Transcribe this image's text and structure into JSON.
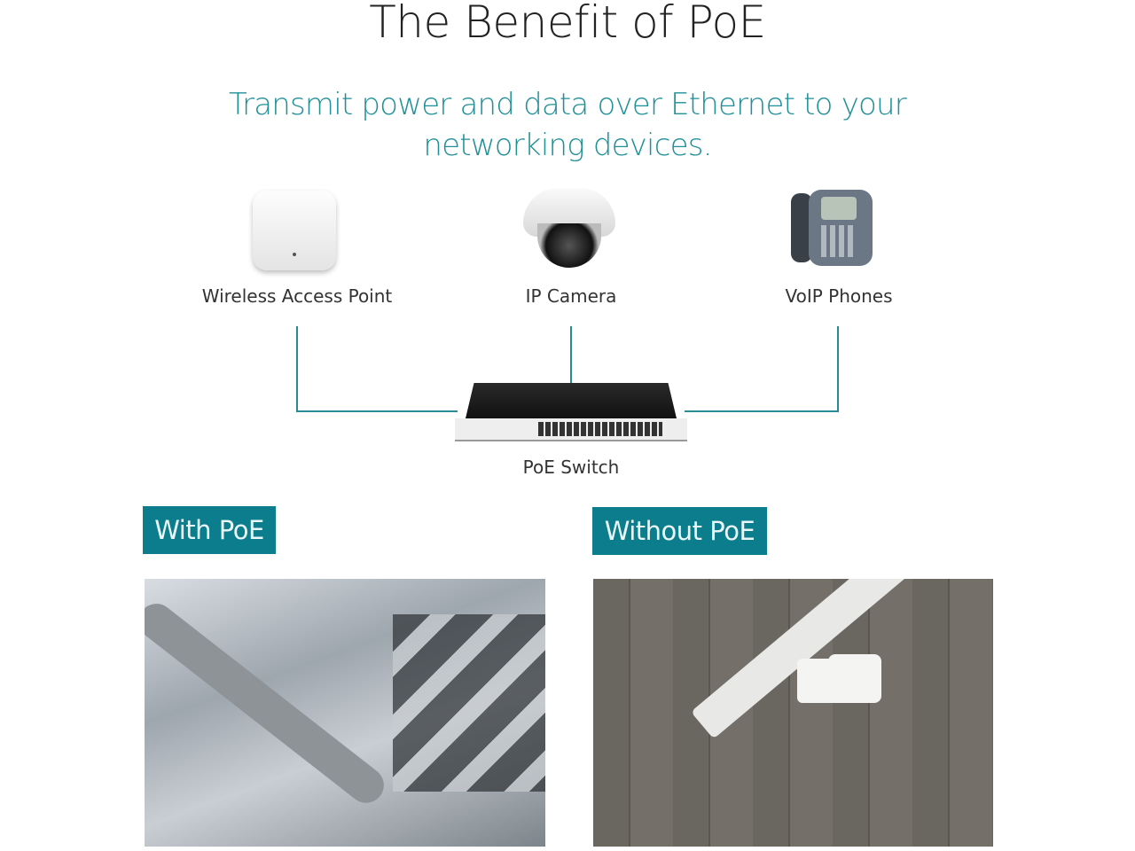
{
  "title": "The Benefit of PoE",
  "subtitle": {
    "line1": "Transmit power and data over Ethernet to your",
    "line2": "networking devices."
  },
  "devices": [
    {
      "label": "Wireless Access Point",
      "icon": "wireless-access-point-icon"
    },
    {
      "label": "IP Camera",
      "icon": "ip-camera-icon"
    },
    {
      "label": "VoIP Phones",
      "icon": "voip-phone-icon"
    }
  ],
  "switch": {
    "label": "PoE Switch",
    "icon": "poe-switch-icon"
  },
  "comparison": [
    {
      "label": "With PoE",
      "photo": "ethernet-cable-switch-photo"
    },
    {
      "label": "Without PoE",
      "photo": "tangled-power-strip-photo"
    }
  ],
  "colors": {
    "teal": "#0b7d8c",
    "subtitle": "#1f9098",
    "line": "#2a8b98"
  }
}
